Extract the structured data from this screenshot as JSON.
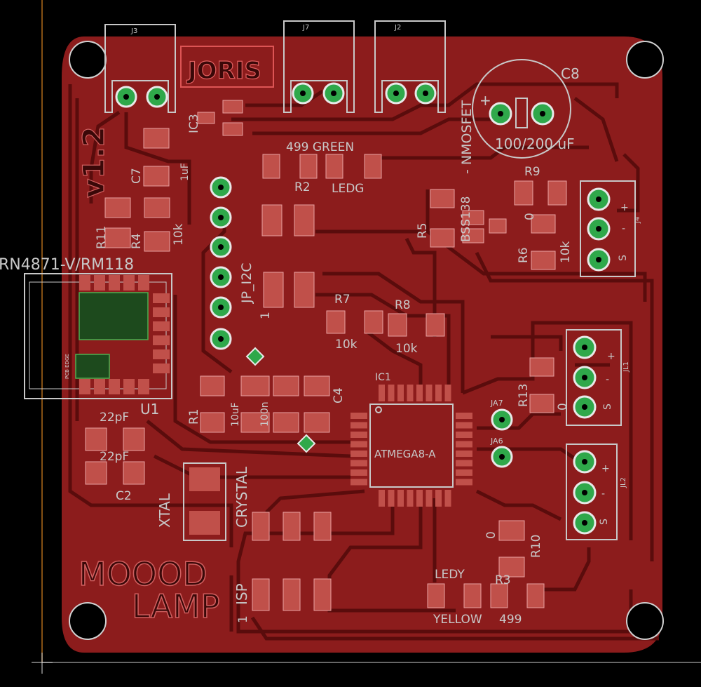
{
  "board": {
    "title": "MOOOD LAMP",
    "title_line1": "MOOOD",
    "title_line2": "LAMP",
    "version": "v1.2",
    "author": "JORIS",
    "colors": {
      "background": "#000000",
      "copper": "#8c1c1c",
      "trace": "#6b0f0f",
      "pad": "#c0504a",
      "silk": "#c8c8c8",
      "via": "#2fa84a"
    }
  },
  "labels": {
    "j3": "J3",
    "j7": "J7",
    "j2": "J2",
    "nmosfet": "- NMOSFET",
    "bss138": "BSS138",
    "c8": "C8",
    "c8_value": "100/200 uF",
    "ic3": "IC3",
    "c7": "C7",
    "c7_value": "1uF",
    "r499_green": "499 GREEN",
    "r2": "R2",
    "ledg": "LEDG",
    "r9": "R9",
    "r9_value": "0",
    "r5": "R5",
    "r6": "R6",
    "r6_value": "10k",
    "j4": "J4",
    "r11": "R11",
    "r4": "R4",
    "r4_value": "10k",
    "rn_module": "RN4871-V/RM118",
    "jp_i2c": "JP_I2C",
    "r7": "R7",
    "r7_value": "10k",
    "r8": "R8",
    "r8_value": "10k",
    "u1": "U1",
    "pcb_edge": "PCB EDGE",
    "r1": "R1",
    "c_10uf": "10uF",
    "c_100n": "100n",
    "c4": "C4",
    "ic1": "IC1",
    "mcu": "ATMEGA8-A",
    "ja7": "JA7",
    "ja6": "JA6",
    "r13": "R13",
    "jl1": "JL1",
    "jl2": "JL2",
    "c22pf_1": "22pF",
    "c22pf_2": "22pF",
    "c2": "C2",
    "xtal": "XTAL",
    "crystal": "CRYSTAL",
    "isp": "ISP",
    "r10": "R10",
    "r10_value": "0",
    "ledy": "LEDY",
    "yellow": "YELLOW",
    "r3": "R3",
    "r3_value": "499",
    "pin_plus": "+",
    "pin_minus": "-",
    "pin_s": "S",
    "pin_one": "1"
  }
}
